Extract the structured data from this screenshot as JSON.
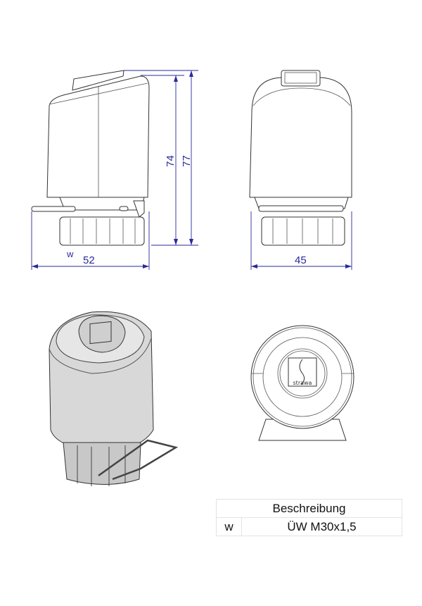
{
  "drawing": {
    "dimensions": {
      "height_inner": "74",
      "height_outer": "77",
      "width_side": "52",
      "width_front": "45",
      "thread_marker": "w"
    },
    "logo_text": "strawa",
    "colors": {
      "dimension": "#2a2a9c",
      "outline": "#333333"
    }
  },
  "table": {
    "header": "Beschreibung",
    "rows": [
      {
        "key": "w",
        "description": "ÜW M30x1,5"
      }
    ]
  }
}
